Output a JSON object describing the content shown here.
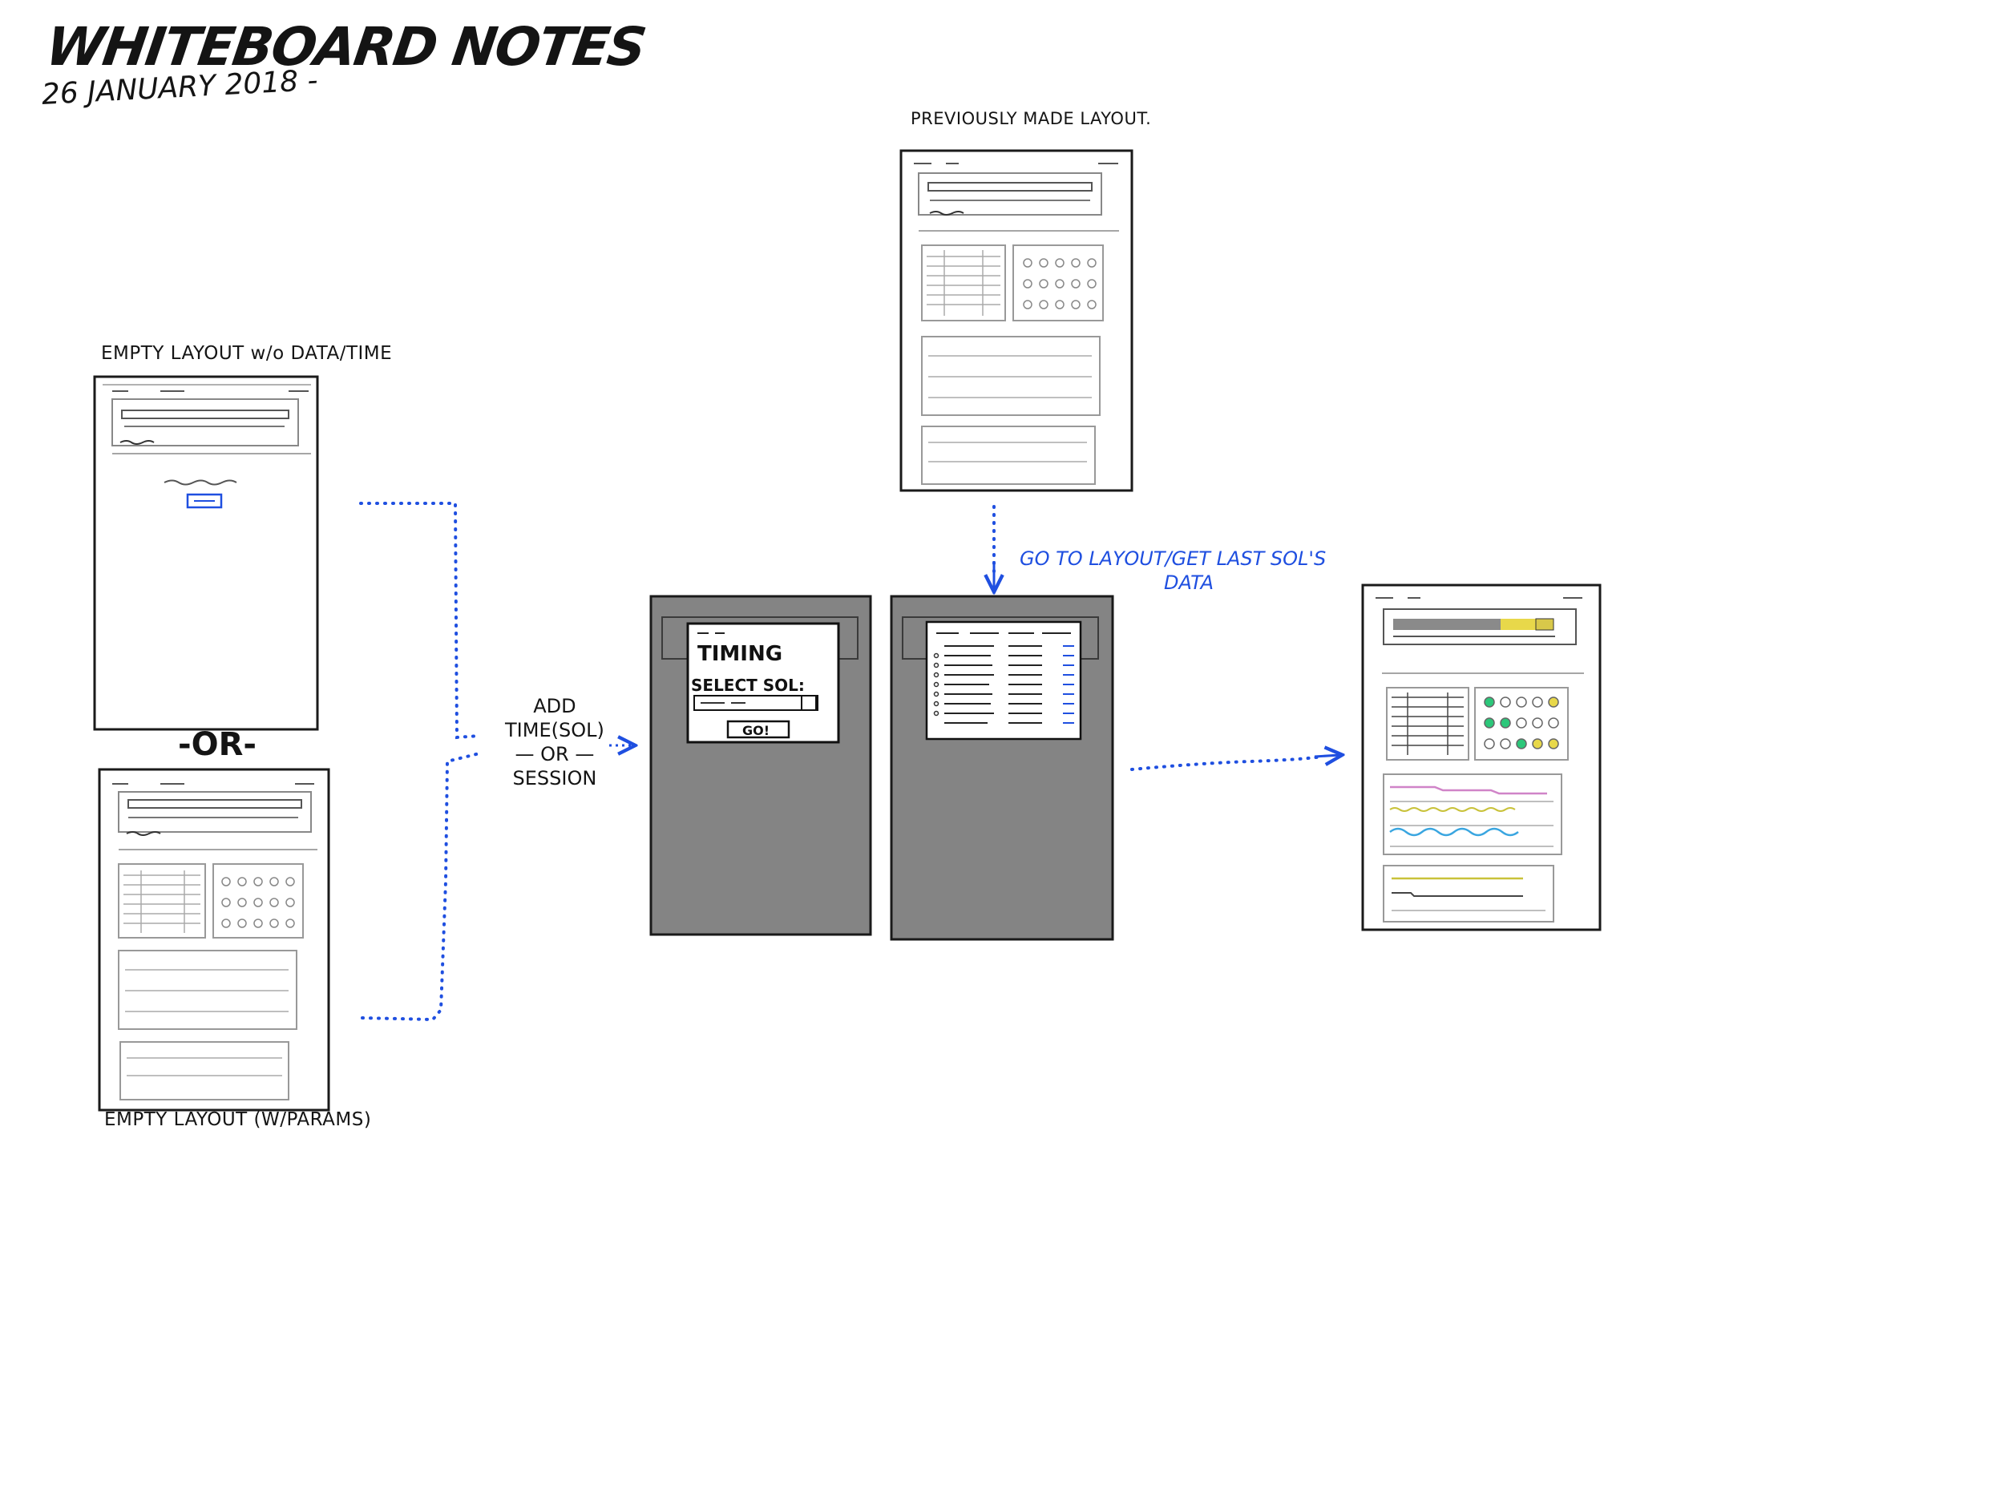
{
  "header": {
    "title": "WHITEBOARD NOTES",
    "date": "26 JANUARY 2018 -"
  },
  "labels": {
    "empty_no_data": "EMPTY LAYOUT w/o DATA/TIME",
    "or_divider": "-OR-",
    "empty_with_params": "EMPTY LAYOUT (W/PARAMS)",
    "previous_layout": "PREVIOUSLY MADE LAYOUT.",
    "add_time_line1": "ADD",
    "add_time_line2": "TIME(SOL)",
    "add_time_line3": "— OR —",
    "add_time_line4": "SESSION",
    "goto_layout_line1": "GO TO LAYOUT/GET LAST SOL'S",
    "goto_layout_line2": "DATA"
  },
  "modal": {
    "title": "TIMING",
    "prompt": "SELECT SOL:",
    "go_label": "GO!"
  },
  "colors": {
    "ink": "#141414",
    "sketch_gray": "#9a9a9a",
    "overlay_gray": "#848484",
    "flow_blue": "#1f4fe0",
    "highlight_yellow": "#e8d84a",
    "status_green": "#2cc77a",
    "line_pink": "#d084c8",
    "line_olive": "#c9c23a",
    "line_cyan": "#3aa6e0"
  }
}
